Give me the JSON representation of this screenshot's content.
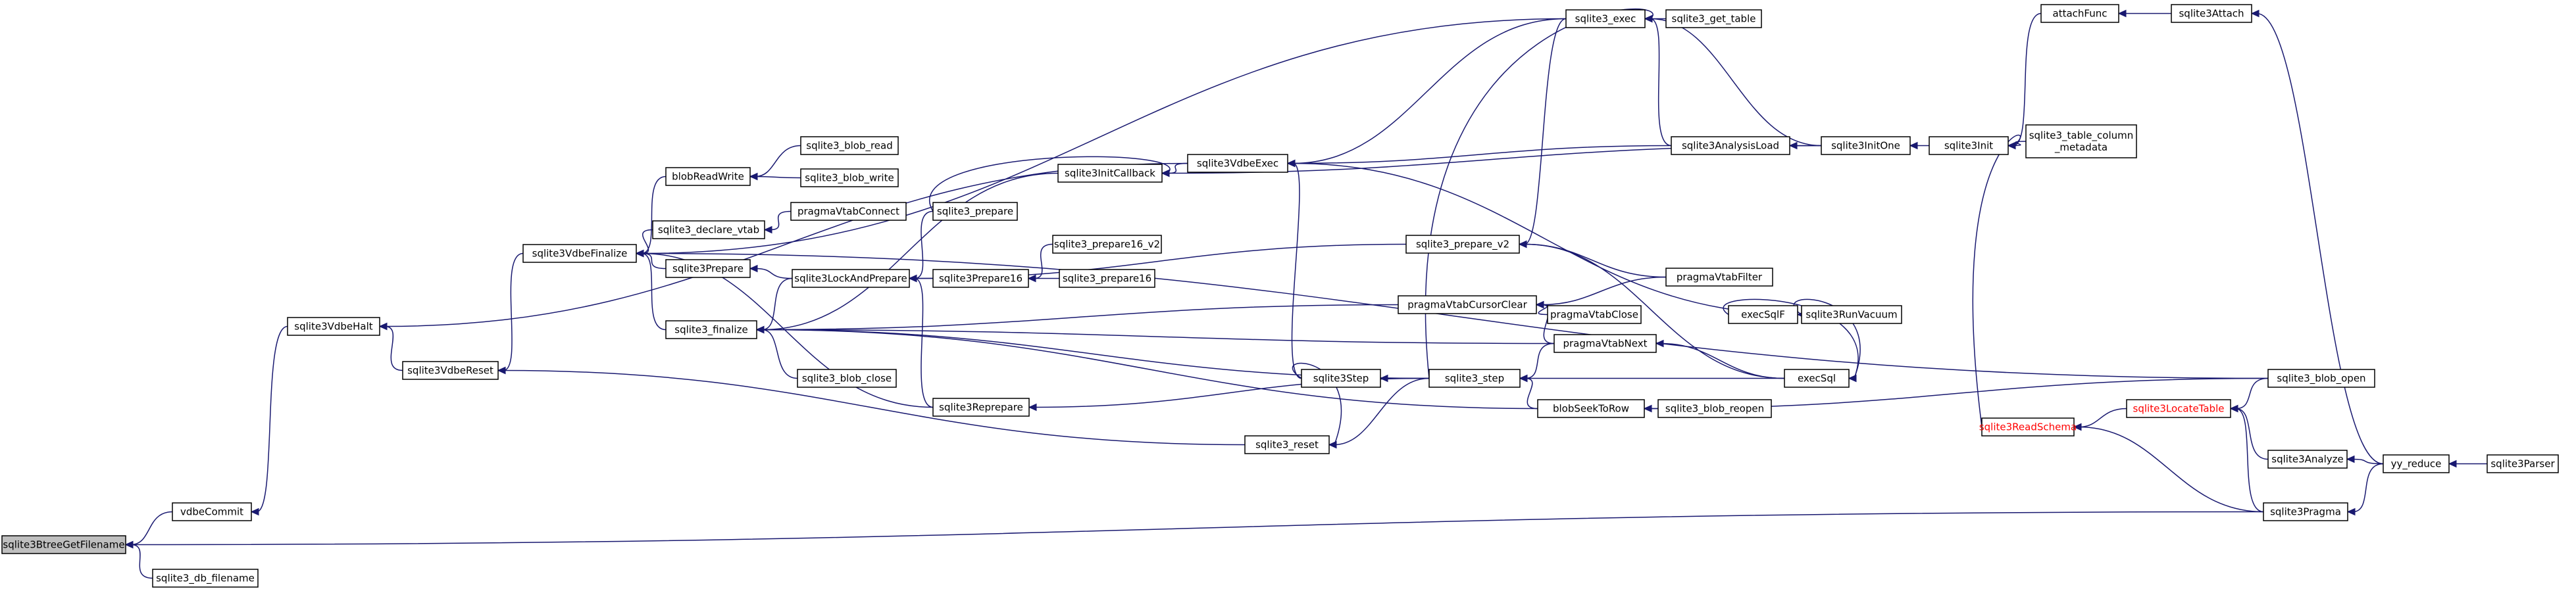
{
  "graph": {
    "colors": {
      "focus_fill": "#bfbfbf",
      "node_fill": "#ffffff",
      "node_border": "#000000",
      "truncated_border": "#ff0000",
      "edge": "#191970",
      "label": "#000000"
    },
    "nodes": [
      {
        "id": "n0",
        "label": "sqlite3BtreeGetFilename",
        "focus": true
      },
      {
        "id": "n1",
        "label": "vdbeCommit"
      },
      {
        "id": "n2",
        "label": "sqlite3_db_filename"
      },
      {
        "id": "n3",
        "label": "sqlite3VdbeHalt"
      },
      {
        "id": "n4",
        "label": "sqlite3VdbeReset"
      },
      {
        "id": "n5",
        "label": "sqlite3VdbeFinalize"
      },
      {
        "id": "n6",
        "label": "blobReadWrite"
      },
      {
        "id": "n7",
        "label": "sqlite3_blob_read"
      },
      {
        "id": "n8",
        "label": "sqlite3_blob_write"
      },
      {
        "id": "n9",
        "label": "sqlite3_declare_vtab"
      },
      {
        "id": "n10",
        "label": "pragmaVtabConnect"
      },
      {
        "id": "n11",
        "label": "sqlite3Prepare"
      },
      {
        "id": "n12",
        "label": "sqlite3_finalize"
      },
      {
        "id": "n13",
        "label": "sqlite3_blob_close"
      },
      {
        "id": "n14",
        "label": "sqlite3LockAndPrepare"
      },
      {
        "id": "n15",
        "label": "sqlite3_prepare"
      },
      {
        "id": "n16",
        "label": "sqlite3Prepare16"
      },
      {
        "id": "n17",
        "label": "sqlite3_prepare16_v2"
      },
      {
        "id": "n18",
        "label": "sqlite3_prepare16"
      },
      {
        "id": "n19",
        "label": "sqlite3InitCallback"
      },
      {
        "id": "n20",
        "label": "sqlite3VdbeExec"
      },
      {
        "id": "n21",
        "label": "sqlite3Reprepare"
      },
      {
        "id": "n22",
        "label": "sqlite3_reset"
      },
      {
        "id": "n23",
        "label": "sqlite3Step"
      },
      {
        "id": "n24",
        "label": "sqlite3_step"
      },
      {
        "id": "n25",
        "label": "sqlite3_prepare_v2"
      },
      {
        "id": "n26",
        "label": "pragmaVtabCursorClear"
      },
      {
        "id": "n27",
        "label": "pragmaVtabClose"
      },
      {
        "id": "n28",
        "label": "pragmaVtabNext"
      },
      {
        "id": "n29",
        "label": "pragmaVtabFilter"
      },
      {
        "id": "n30",
        "label": "sqlite3_exec"
      },
      {
        "id": "n31",
        "label": "sqlite3_get_table"
      },
      {
        "id": "n32",
        "label": "sqlite3AnalysisLoad"
      },
      {
        "id": "n33",
        "label": "sqlite3InitOne"
      },
      {
        "id": "n34",
        "label": "execSql"
      },
      {
        "id": "n35",
        "label": "execSqlF"
      },
      {
        "id": "n36",
        "label": "sqlite3RunVacuum"
      },
      {
        "id": "n37",
        "label": "blobSeekToRow"
      },
      {
        "id": "n38",
        "label": "sqlite3_blob_reopen"
      },
      {
        "id": "n39",
        "label": "sqlite3_blob_open"
      },
      {
        "id": "n40",
        "label": "sqlite3Init"
      },
      {
        "id": "n41",
        "label": "sqlite3_table_column\n_metadata"
      },
      {
        "id": "n42",
        "label": "attachFunc"
      },
      {
        "id": "n43",
        "label": "sqlite3Attach"
      },
      {
        "id": "n44",
        "label": "sqlite3ReadSchema",
        "truncated": true
      },
      {
        "id": "n45",
        "label": "sqlite3LocateTable",
        "truncated": true
      },
      {
        "id": "n46",
        "label": "sqlite3Analyze"
      },
      {
        "id": "n47",
        "label": "sqlite3Pragma"
      },
      {
        "id": "n48",
        "label": "yy_reduce"
      },
      {
        "id": "n49",
        "label": "sqlite3Parser"
      }
    ],
    "edges": [
      [
        "n1",
        "n0"
      ],
      [
        "n2",
        "n0"
      ],
      [
        "n47",
        "n0"
      ],
      [
        "n3",
        "n1"
      ],
      [
        "n4",
        "n3"
      ],
      [
        "n20",
        "n3"
      ],
      [
        "n5",
        "n4"
      ],
      [
        "n22",
        "n4"
      ],
      [
        "n6",
        "n5"
      ],
      [
        "n9",
        "n5"
      ],
      [
        "n11",
        "n5"
      ],
      [
        "n12",
        "n5"
      ],
      [
        "n21",
        "n5"
      ],
      [
        "n30",
        "n5"
      ],
      [
        "n39",
        "n5"
      ],
      [
        "n7",
        "n6"
      ],
      [
        "n8",
        "n6"
      ],
      [
        "n10",
        "n9"
      ],
      [
        "n14",
        "n11"
      ],
      [
        "n13",
        "n12"
      ],
      [
        "n14",
        "n12"
      ],
      [
        "n19",
        "n12"
      ],
      [
        "n26",
        "n12"
      ],
      [
        "n28",
        "n12"
      ],
      [
        "n24",
        "n12"
      ],
      [
        "n37",
        "n12"
      ],
      [
        "n15",
        "n14"
      ],
      [
        "n16",
        "n14"
      ],
      [
        "n25",
        "n14"
      ],
      [
        "n21",
        "n14"
      ],
      [
        "n17",
        "n16"
      ],
      [
        "n18",
        "n16"
      ],
      [
        "n15",
        "n19"
      ],
      [
        "n20",
        "n19"
      ],
      [
        "n33",
        "n19"
      ],
      [
        "n30",
        "n20"
      ],
      [
        "n32",
        "n20"
      ],
      [
        "n23",
        "n20"
      ],
      [
        "n36",
        "n20"
      ],
      [
        "n24",
        "n21"
      ],
      [
        "n23",
        "n22"
      ],
      [
        "n24",
        "n22"
      ],
      [
        "n24",
        "n23"
      ],
      [
        "n34",
        "n24"
      ],
      [
        "n28",
        "n24"
      ],
      [
        "n37",
        "n24"
      ],
      [
        "n30",
        "n25"
      ],
      [
        "n34",
        "n25"
      ],
      [
        "n29",
        "n25"
      ],
      [
        "n27",
        "n26"
      ],
      [
        "n28",
        "n26"
      ],
      [
        "n29",
        "n26"
      ],
      [
        "n34",
        "n28"
      ],
      [
        "n24",
        "n30"
      ],
      [
        "n31",
        "n30"
      ],
      [
        "n32",
        "n30"
      ],
      [
        "n33",
        "n30"
      ],
      [
        "n33",
        "n32"
      ],
      [
        "n40",
        "n33"
      ],
      [
        "n35",
        "n34"
      ],
      [
        "n36",
        "n34"
      ],
      [
        "n36",
        "n35"
      ],
      [
        "n38",
        "n37"
      ],
      [
        "n39",
        "n37"
      ],
      [
        "n41",
        "n40"
      ],
      [
        "n42",
        "n40"
      ],
      [
        "n44",
        "n40"
      ],
      [
        "n43",
        "n42"
      ],
      [
        "n45",
        "n44"
      ],
      [
        "n47",
        "n44"
      ],
      [
        "n39",
        "n45"
      ],
      [
        "n46",
        "n45"
      ],
      [
        "n47",
        "n45"
      ],
      [
        "n48",
        "n46"
      ],
      [
        "n48",
        "n47"
      ],
      [
        "n49",
        "n48"
      ],
      [
        "n48",
        "n43"
      ]
    ]
  }
}
